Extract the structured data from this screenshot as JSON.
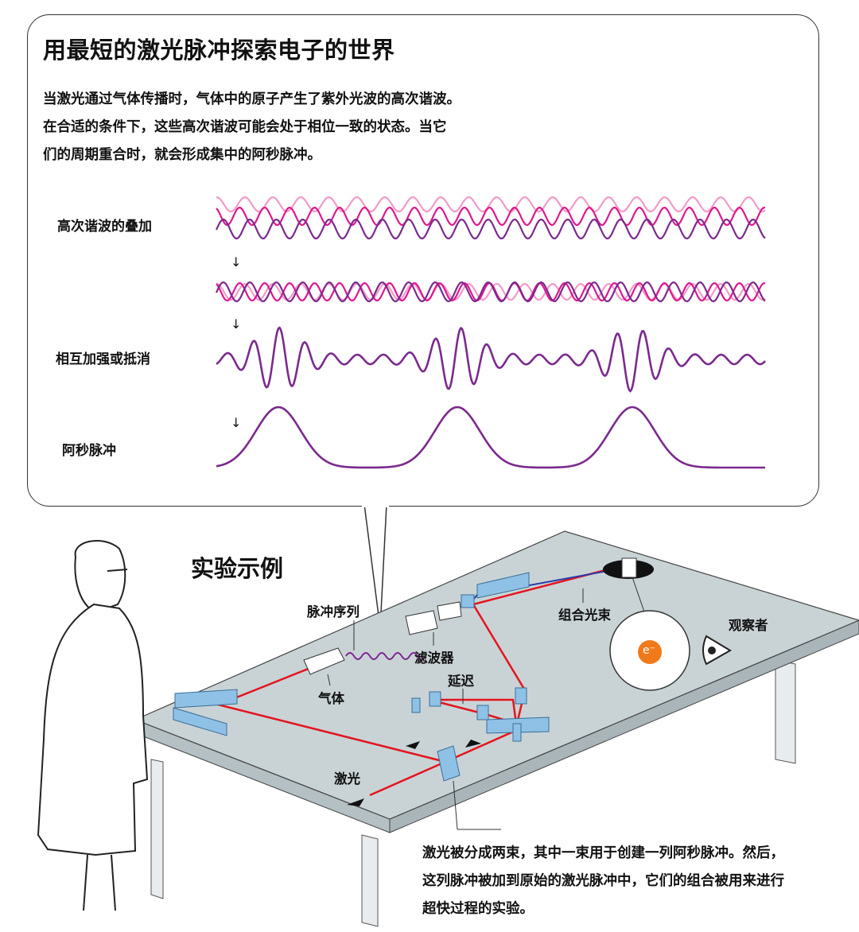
{
  "title": "用最短的激光脉冲探索电子的世界",
  "intro": [
    "当激光通过气体传播时，气体中的原子产生了紫外光波的高次谐波。",
    "在合适的条件下，这些高次谐波可能会处于相位一致的状态。当它",
    "们的周期重合时，就会形成集中的阿秒脉冲。"
  ],
  "rows": {
    "harmonics": "高次谐波的叠加",
    "interference": "相互加强或抵消",
    "attosecond": "阿秒脉冲",
    "arrow": "↓"
  },
  "experiment": {
    "title": "实验示例",
    "labels": {
      "pulse_train": "脉冲序列",
      "combined_beam": "组合光束",
      "observer": "观察者",
      "filter": "滤波器",
      "delay": "延迟",
      "gas": "气体",
      "laser": "激光",
      "electron": "e⁻"
    }
  },
  "caption": [
    "激光被分成两束，其中一束用于创建一列阿秒脉冲。然后，",
    "这列脉冲被加到原始的激光脉冲中，它们的组合被用来进行",
    "超快过程的实验。"
  ],
  "colors": {
    "light_pink": "#f29ac8",
    "magenta": "#e0188e",
    "purple": "#7b2a8e",
    "laser_red": "#e4141e",
    "table": "#c9d3d6",
    "mirror": "#8fc1e6"
  }
}
